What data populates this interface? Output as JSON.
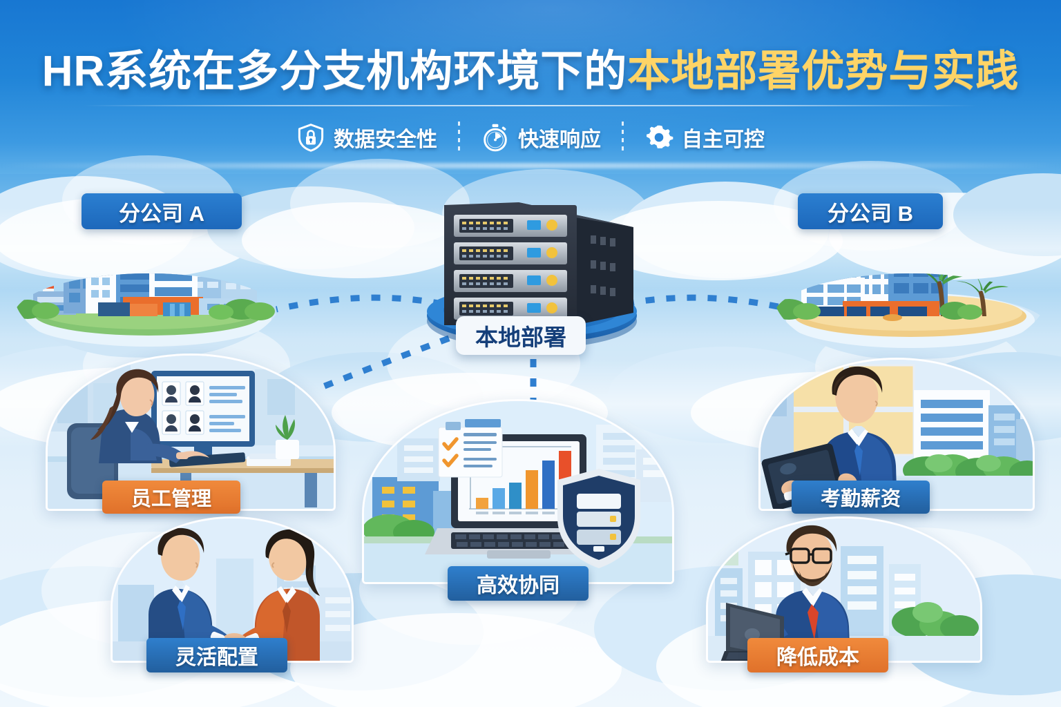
{
  "poster": {
    "title_white": "HR系统在多分支机构环境下的",
    "title_gold": "本地部署优势与实践",
    "accent_blue": "#1d68bb",
    "accent_gold": "#ffd466",
    "accent_orange": "#e0712a"
  },
  "subtitle_items": [
    {
      "icon": "shield-lock-icon",
      "label": "数据安全性"
    },
    {
      "icon": "stopwatch-icon",
      "label": "快速响应"
    },
    {
      "icon": "gear-icon",
      "label": "自主可控"
    }
  ],
  "nodes": {
    "branch_a": {
      "label": "分公司 A",
      "style": "blue"
    },
    "branch_b": {
      "label": "分公司 B",
      "style": "blue"
    },
    "center": {
      "label": "本地部署",
      "style": "white"
    }
  },
  "features": [
    {
      "id": "employee-management",
      "label": "员工管理",
      "style": "orange",
      "position": "left-middle"
    },
    {
      "id": "attendance-payroll",
      "label": "考勤薪资",
      "style": "blue",
      "position": "right-middle"
    },
    {
      "id": "efficient-collaboration",
      "label": "高效协同",
      "style": "blue",
      "position": "center-bottom"
    },
    {
      "id": "flexible-configuration",
      "label": "灵活配置",
      "style": "blue",
      "position": "left-bottom"
    },
    {
      "id": "cost-reduction",
      "label": "降低成本",
      "style": "orange",
      "position": "right-bottom"
    }
  ],
  "illustrations": {
    "server_rack": {
      "units": 4,
      "platform_color": "#1e6fc0",
      "chassis_color": "#2c3440",
      "led_color": "#2f9be0",
      "indicator_color": "#f2c23c"
    },
    "branch_a_scene": "industrial-city-island",
    "branch_b_scene": "tropical-beach-island",
    "employee_scene": "woman-at-desk-with-employee-records-monitor",
    "attendance_scene": "man-in-suit-with-tablet",
    "collaboration_scene": "laptop-with-bar-chart-checklist-and-security-shield",
    "flexible_scene": "handshake-between-two-professionals",
    "cost_scene": "bearded-man-with-glasses-using-laptop"
  },
  "chart_data": {
    "type": "bar",
    "title": "",
    "categories": [
      "1",
      "2",
      "3",
      "4",
      "5",
      "6"
    ],
    "values": [
      18,
      34,
      42,
      62,
      78,
      92
    ],
    "colors": [
      "#f2a23c",
      "#5aa9e6",
      "#2f8fc8",
      "#f0962e",
      "#2f6fc4",
      "#e8502a"
    ],
    "xlabel": "",
    "ylabel": "",
    "ylim": [
      0,
      100
    ],
    "grid": false,
    "legend": "none"
  },
  "connectors": {
    "style": "dashed-square-dots",
    "color": "#2f7fd0",
    "links": [
      "center-to-branch-a",
      "center-to-branch-b",
      "center-to-employee",
      "center-to-collaboration"
    ]
  }
}
